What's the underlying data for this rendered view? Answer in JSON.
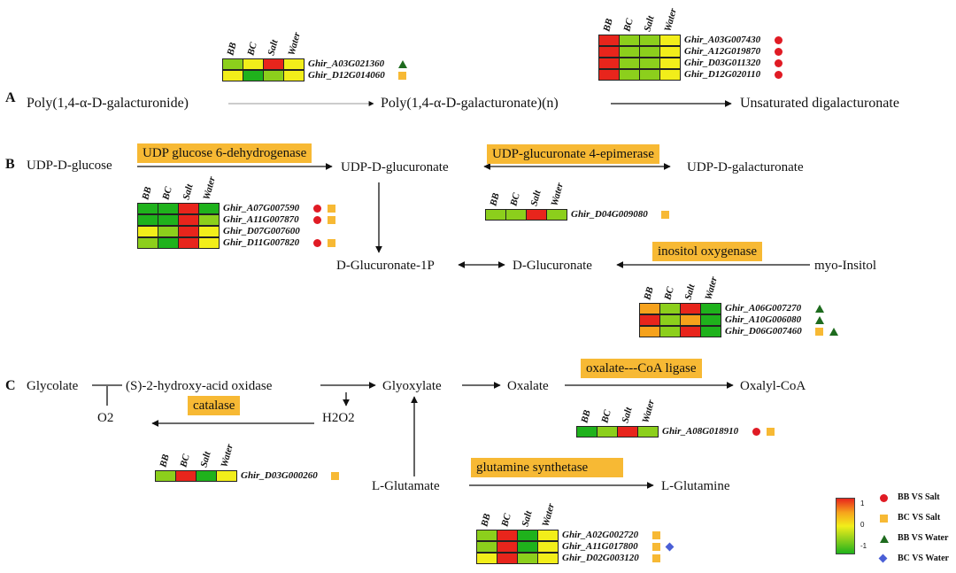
{
  "section_a": {
    "label": "A",
    "compounds": {
      "poly_galacturonide": "Poly(1,4-α-D-galacturonide)",
      "poly_galacturonate": "Poly(1,4-α-D-galacturonate)(n)",
      "unsat_digalacturonate": "Unsaturated digalacturonate"
    }
  },
  "section_b": {
    "label": "B",
    "compounds": {
      "udp_glucose": "UDP-D-glucose",
      "udp_glucuronate": "UDP-D-glucuronate",
      "udp_galacturonate": "UDP-D-galacturonate",
      "glucuronate_1p": "D-Glucuronate-1P",
      "glucuronate": "D-Glucuronate",
      "myo_inositol": "myo-Insitol"
    },
    "enzymes": {
      "udp_glucose_dh": "UDP glucose 6-dehydrogenase",
      "udp_glucuronate_epimerase": "UDP-glucuronate 4-epimerase",
      "inositol_oxygenase": "inositol oxygenase"
    }
  },
  "section_c": {
    "label": "C",
    "compounds": {
      "glycolate": "Glycolate",
      "hydroxy_acid_oxidase": "(S)-2-hydroxy-acid oxidase",
      "glyoxylate": "Glyoxylate",
      "oxalate": "Oxalate",
      "oxalyl_coa": "Oxalyl-CoA",
      "o2": "O2",
      "h2o2": "H2O2",
      "l_glutamate": "L-Glutamate",
      "l_glutamine": "L-Glutamine"
    },
    "enzymes": {
      "catalase": "catalase",
      "oxalate_coa_ligase": "oxalate---CoA ligase",
      "glutamine_synthetase": "glutamine synthetase"
    }
  },
  "heatmap_columns": [
    "BB",
    "BC",
    "Salt",
    "Water"
  ],
  "heatmaps": [
    {
      "id": "hm_a1",
      "rows": [
        {
          "gene": "Ghir_A03G021360",
          "cells": [
            "#8ccf1c",
            "#f2ee1a",
            "#e8251c",
            "#f2ee1a"
          ],
          "markers": [
            "triangle"
          ]
        },
        {
          "gene": "Ghir_D12G014060",
          "cells": [
            "#f2ee1a",
            "#1fb21c",
            "#8ccf1c",
            "#f2ee1a"
          ],
          "markers": [
            "square"
          ]
        }
      ]
    },
    {
      "id": "hm_a2",
      "rows": [
        {
          "gene": "Ghir_A03G007430",
          "cells": [
            "#e8251c",
            "#8ccf1c",
            "#8ccf1c",
            "#f2ee1a"
          ],
          "markers": [
            "circle"
          ]
        },
        {
          "gene": "Ghir_A12G019870",
          "cells": [
            "#e8251c",
            "#8ccf1c",
            "#8ccf1c",
            "#f2ee1a"
          ],
          "markers": [
            "circle"
          ]
        },
        {
          "gene": "Ghir_D03G011320",
          "cells": [
            "#e8251c",
            "#8ccf1c",
            "#8ccf1c",
            "#f2ee1a"
          ],
          "markers": [
            "circle"
          ]
        },
        {
          "gene": "Ghir_D12G020110",
          "cells": [
            "#e8251c",
            "#8ccf1c",
            "#8ccf1c",
            "#f2ee1a"
          ],
          "markers": [
            "circle"
          ]
        }
      ]
    },
    {
      "id": "hm_b1",
      "rows": [
        {
          "gene": "Ghir_A07G007590",
          "cells": [
            "#1fb21c",
            "#1fb21c",
            "#e8251c",
            "#1fb21c"
          ],
          "markers": [
            "circle",
            "square"
          ]
        },
        {
          "gene": "Ghir_A11G007870",
          "cells": [
            "#1fb21c",
            "#1fb21c",
            "#e8251c",
            "#8ccf1c"
          ],
          "markers": [
            "circle",
            "square"
          ]
        },
        {
          "gene": "Ghir_D07G007600",
          "cells": [
            "#f2ee1a",
            "#8ccf1c",
            "#e8251c",
            "#f2ee1a"
          ],
          "markers": []
        },
        {
          "gene": "Ghir_D11G007820",
          "cells": [
            "#8ccf1c",
            "#1fb21c",
            "#e8251c",
            "#f2ee1a"
          ],
          "markers": [
            "circle",
            "square"
          ]
        }
      ]
    },
    {
      "id": "hm_b2",
      "rows": [
        {
          "gene": "Ghir_D04G009080",
          "cells": [
            "#8ccf1c",
            "#8ccf1c",
            "#e8251c",
            "#8ccf1c"
          ],
          "markers": [
            "square"
          ]
        }
      ]
    },
    {
      "id": "hm_b3",
      "rows": [
        {
          "gene": "Ghir_A06G007270",
          "cells": [
            "#f6a21c",
            "#8ccf1c",
            "#e8251c",
            "#1fb21c"
          ],
          "markers": [
            "triangle"
          ]
        },
        {
          "gene": "Ghir_A10G006080",
          "cells": [
            "#e8251c",
            "#8ccf1c",
            "#f6a21c",
            "#1fb21c"
          ],
          "markers": [
            "triangle"
          ]
        },
        {
          "gene": "Ghir_D06G007460",
          "cells": [
            "#f6a21c",
            "#8ccf1c",
            "#e8251c",
            "#1fb21c"
          ],
          "markers": [
            "square",
            "triangle"
          ]
        }
      ]
    },
    {
      "id": "hm_c1",
      "rows": [
        {
          "gene": "Ghir_A08G018910",
          "cells": [
            "#1fb21c",
            "#8ccf1c",
            "#e8251c",
            "#8ccf1c"
          ],
          "markers": [
            "circle",
            "square"
          ]
        }
      ]
    },
    {
      "id": "hm_c2",
      "rows": [
        {
          "gene": "Ghir_D03G000260",
          "cells": [
            "#8ccf1c",
            "#e8251c",
            "#1fb21c",
            "#f2ee1a"
          ],
          "markers": [
            "square"
          ]
        }
      ]
    },
    {
      "id": "hm_c3",
      "rows": [
        {
          "gene": "Ghir_A02G002720",
          "cells": [
            "#8ccf1c",
            "#e8251c",
            "#1fb21c",
            "#f2ee1a"
          ],
          "markers": [
            "square"
          ]
        },
        {
          "gene": "Ghir_A11G017800",
          "cells": [
            "#8ccf1c",
            "#e8251c",
            "#1fb21c",
            "#f2ee1a"
          ],
          "markers": [
            "square",
            "diamond"
          ]
        },
        {
          "gene": "Ghir_D02G003120",
          "cells": [
            "#f2ee1a",
            "#e8251c",
            "#8ccf1c",
            "#f2ee1a"
          ],
          "markers": [
            "square"
          ]
        }
      ]
    }
  ],
  "colorbar": {
    "ticks": [
      "1",
      "0",
      "-1"
    ],
    "colors": [
      "#e8251c",
      "#f6a21c",
      "#f2ee1a",
      "#8ccf1c",
      "#1fb21c"
    ]
  },
  "legend": [
    {
      "marker": "circle",
      "label": "BB VS Salt"
    },
    {
      "marker": "square",
      "label": "BC VS Salt"
    },
    {
      "marker": "triangle",
      "label": "BB VS Water"
    },
    {
      "marker": "diamond",
      "label": "BC VS Water"
    }
  ]
}
